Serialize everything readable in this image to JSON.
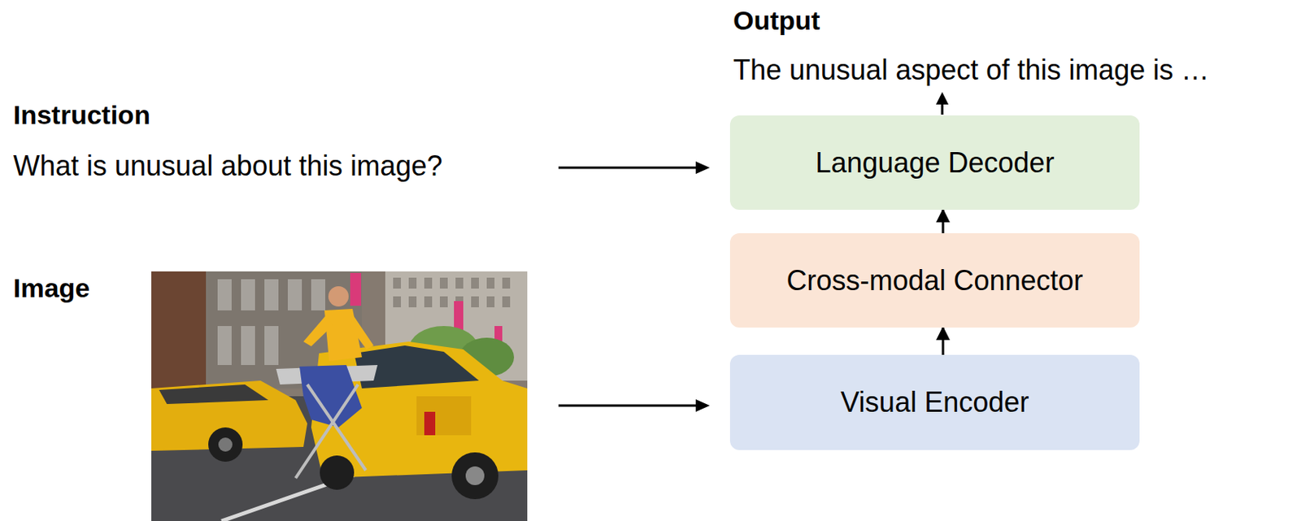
{
  "diagram": {
    "nodes": [
      {
        "text": [
          "Language Decoder"
        ]
      },
      {
        "text": [
          "Cross-modal Connector"
        ]
      },
      {
        "text": [
          "Visual Encoder"
        ]
      }
    ],
    "edges": [
      {
        "from": 2,
        "to": 1,
        "arrow": "to"
      },
      {
        "from": 1,
        "to": 0,
        "arrow": "to"
      }
    ],
    "labels": [
      "Output",
      "The unusual aspect of this image is …",
      "Instruction",
      "What is unusual about this image?",
      "Image"
    ]
  }
}
